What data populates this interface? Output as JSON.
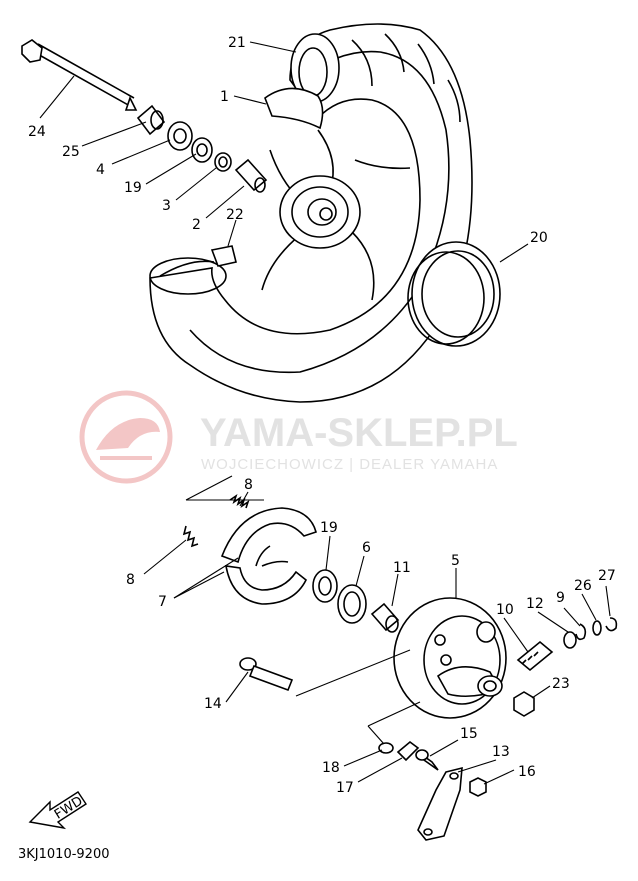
{
  "watermark": {
    "brand": "YAMA-SKLEP.PL",
    "subtitle": "WOJCIECHOWICZ | DEALER YAMAHA"
  },
  "diagram_code": "3KJ1010-9200",
  "fwd_label": "FWD",
  "callouts": {
    "c21": "21",
    "c1": "1",
    "c24": "24",
    "c25": "25",
    "c4": "4",
    "c19a": "19",
    "c3": "3",
    "c2": "2",
    "c22": "22",
    "c20": "20",
    "c8a": "8",
    "c8b": "8",
    "c7": "7",
    "c19b": "19",
    "c6": "6",
    "c11": "11",
    "c5": "5",
    "c10": "10",
    "c12": "12",
    "c9": "9",
    "c26": "26",
    "c27": "27",
    "c14": "14",
    "c23": "23",
    "c15": "15",
    "c13": "13",
    "c18": "18",
    "c17": "17",
    "c16": "16"
  }
}
